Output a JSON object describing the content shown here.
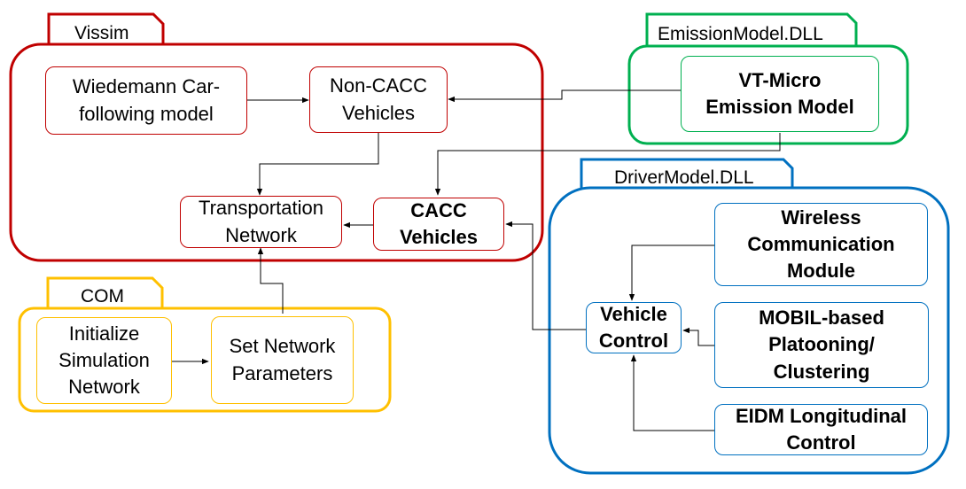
{
  "containers": {
    "vissim": {
      "label": "Vissim",
      "color": "#c00000"
    },
    "emission": {
      "label": "EmissionModel.DLL",
      "color": "#00b050"
    },
    "driver": {
      "label": "DriverModel.DLL",
      "color": "#0070c0"
    },
    "com": {
      "label": "COM",
      "color": "#ffc000"
    }
  },
  "nodes": {
    "wiedemann": "Wiedemann Car-\nfollowing model",
    "non_cacc": "Non-CACC\nVehicles",
    "transport": "Transportation\nNetwork",
    "cacc": "CACC\nVehicles",
    "vt_micro": "VT-Micro\nEmission Model",
    "wireless": "Wireless\nCommunication\nModule",
    "vehicle_control": "Vehicle\nControl",
    "mobil": "MOBIL-based\nPlatooning/\nClustering",
    "eidm": "EIDM Longitudinal\nControl",
    "initialize": "Initialize\nSimulation\nNetwork",
    "set_params": "Set Network\nParameters"
  }
}
